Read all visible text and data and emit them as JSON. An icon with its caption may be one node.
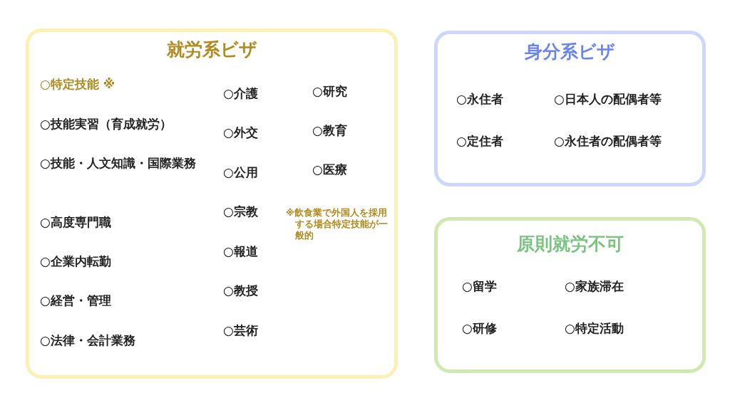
{
  "diagram": {
    "nodes": [
      {
        "text": [
          "就労系ビザ",
          "○特定技能 ※",
          "○技能実習（育成就労）",
          "○技能・人文知識・国際業務",
          "○高度専門職",
          "○企業内転勤",
          "○経営・管理",
          "○法律・会計業務",
          "○介護",
          "○外交",
          "○公用",
          "○宗教",
          "○報道",
          "○教授",
          "○芸術",
          "○研究",
          "○教育",
          "○医療",
          "※飲食業で外国人を採用する場合特定技能が一般的"
        ]
      },
      {
        "text": [
          "身分系ビザ",
          "○永住者",
          "○日本人の配偶者等",
          "○定住者",
          "○永住者の配偶者等"
        ]
      },
      {
        "text": [
          "原則就労不可",
          "○留学",
          "○家族滞在",
          "○研修",
          "○特定活動"
        ]
      }
    ],
    "edges": []
  }
}
